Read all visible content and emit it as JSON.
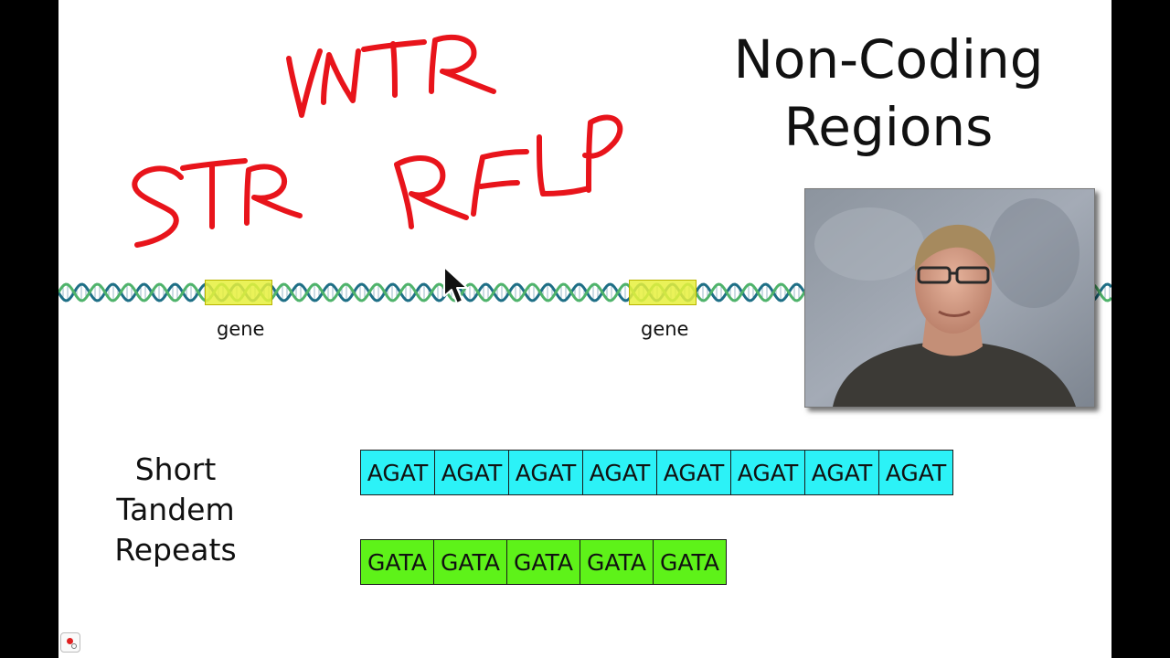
{
  "slide": {
    "title_lines": [
      "Non-Coding",
      "Regions"
    ],
    "handwritten": [
      "VNTR",
      "STR",
      "RFLP"
    ],
    "ink_color": "#e8141b",
    "gene_labels": [
      "gene",
      "gene"
    ],
    "str_label_lines": [
      "Short",
      "Tandem",
      "Repeats"
    ],
    "agat_repeats": [
      "AGAT",
      "AGAT",
      "AGAT",
      "AGAT",
      "AGAT",
      "AGAT",
      "AGAT",
      "AGAT"
    ],
    "gata_repeats": [
      "GATA",
      "GATA",
      "GATA",
      "GATA",
      "GATA"
    ],
    "agat_color": "#2cf2f7",
    "gata_color": "#5ef219",
    "gene_color": "#e6f03c"
  },
  "icons": {
    "cursor": "mouse-pointer-icon",
    "record": "record-icon"
  }
}
